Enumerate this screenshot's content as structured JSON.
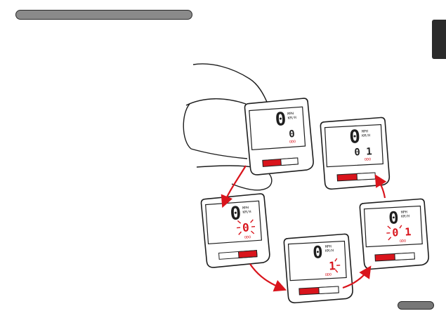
{
  "page": {
    "page_number": "",
    "language_tab": ""
  },
  "devices": [
    {
      "id": "top",
      "unit_top": "MPH",
      "unit_bottom": "KM/H",
      "speed_digit": "0",
      "bottom_digits": "0",
      "label": "ODO"
    },
    {
      "id": "right-top",
      "unit_top": "MPH",
      "unit_bottom": "KM/H",
      "speed_digit": "0",
      "bottom_digits": "0 1",
      "label": "ODO"
    },
    {
      "id": "left",
      "unit_top": "MPH",
      "unit_bottom": "KM/H",
      "speed_digit": "0",
      "bottom_digits": "0",
      "label": "ODO"
    },
    {
      "id": "bottom",
      "unit_top": "MPH",
      "unit_bottom": "KM/H",
      "speed_digit": "0",
      "bottom_digits": "1",
      "label": "ODO"
    },
    {
      "id": "right",
      "unit_top": "MPH",
      "unit_bottom": "KM/H",
      "speed_digit": "0",
      "bottom_digits": "0 1",
      "label": "ODO"
    }
  ],
  "colors": {
    "accent_red": "#d9141c",
    "outline": "#1e1e1e",
    "header_gray": "#8a8a8a",
    "tab_dark": "#2b2b2b"
  }
}
